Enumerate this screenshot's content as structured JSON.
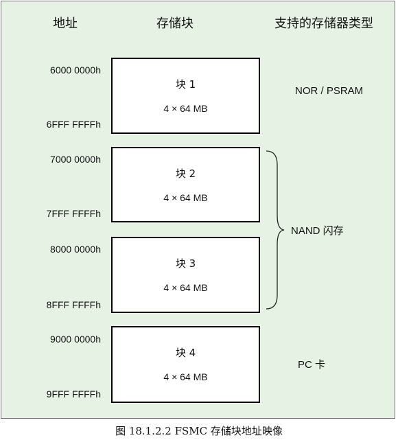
{
  "headers": {
    "address": "地址",
    "block": "存储块",
    "memory_type": "支持的存储器类型"
  },
  "blocks": [
    {
      "name": "块 1",
      "size": "4 × 64 MB",
      "start": "6000 0000h",
      "end": "6FFF FFFFh"
    },
    {
      "name": "块 2",
      "size": "4 × 64 MB",
      "start": "7000 0000h",
      "end": "7FFF FFFFh"
    },
    {
      "name": "块 3",
      "size": "4 × 64 MB",
      "start": "8000 0000h",
      "end": "8FFF FFFFh"
    },
    {
      "name": "块 4",
      "size": "4 × 64 MB",
      "start": "9000 0000h",
      "end": "9FFF FFFFh"
    }
  ],
  "memory_types": {
    "nor_psram": "NOR / PSRAM",
    "nand": "NAND 闪存",
    "pc_card": "PC 卡"
  },
  "caption": "图 18.1.2.2 FSMC 存储块地址映像",
  "colors": {
    "panel_bg": "#e6f2e4",
    "block_bg": "#ffffff",
    "border": "#000000"
  }
}
